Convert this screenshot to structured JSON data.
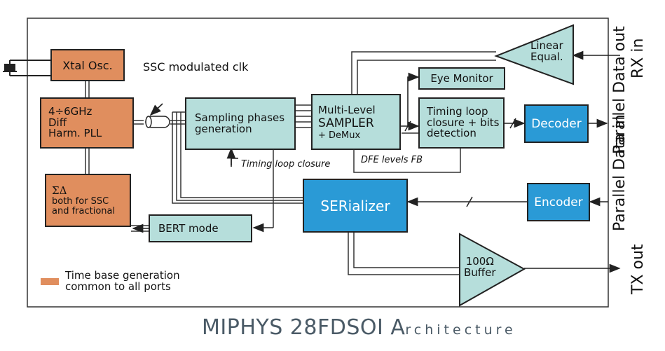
{
  "blocks": {
    "xtal": "Xtal Osc.",
    "pll": "4÷6GHz\nDiff\nHarm. PLL",
    "sigma_delta_symbol": "ΣΔ",
    "sigma_delta_text": "both for SSC\nand fractional",
    "sampling": "Sampling phases\ngeneration",
    "sampler_title": "Multi-Level",
    "sampler_main": "SAMPLER",
    "sampler_sub": "+ DeMux",
    "eye_monitor": "Eye Monitor",
    "timing_loop": "Timing loop\nclosure + bits\ndetection",
    "decoder": "Decoder",
    "encoder": "Encoder",
    "serializer": "SERializer",
    "bert": "BERT mode",
    "linear_eq": "Linear\nEqual.",
    "buffer": "100Ω\nBuffer"
  },
  "labels": {
    "ssc": "SSC modulated clk",
    "timing_closure": "Timing loop closure",
    "dfe": "DFE levels FB",
    "rx_in": "RX in",
    "parallel_data_out": "Parallel  Data out",
    "parallel_data_in": "Parallel  Data in",
    "tx_out": "TX out"
  },
  "legend": {
    "text": "Time base generation\ncommon to all ports",
    "color": "#e08e5e"
  },
  "footer": {
    "main": "MIPHYS 28FDSOI A",
    "rest": "rchitecture"
  },
  "colors": {
    "orange": "#e08e5e",
    "teal": "#b6dedb",
    "blue": "#2a9ad6",
    "line": "#333333",
    "title": "#4a5a66"
  }
}
